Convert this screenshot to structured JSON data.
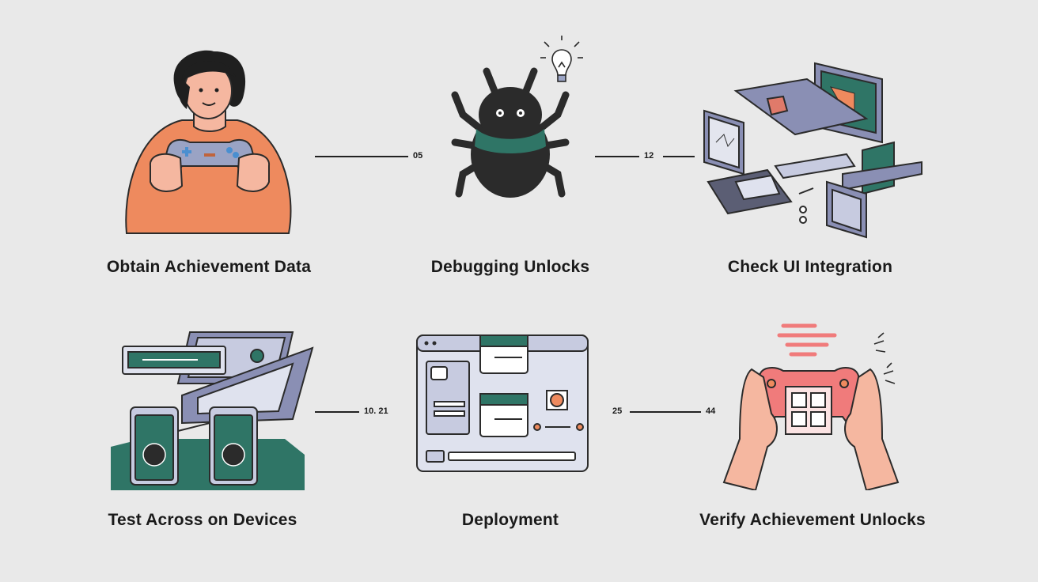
{
  "steps": [
    {
      "label": "Obtain Achievement Data",
      "icon": "person-with-gamepad-icon"
    },
    {
      "label": "Debugging Unlocks",
      "icon": "bug-with-lightbulb-icon"
    },
    {
      "label": "Check UI Integration",
      "icon": "devices-ui-icon"
    },
    {
      "label": "Test Across on Devices",
      "icon": "phones-and-screens-icon"
    },
    {
      "label": "Deployment",
      "icon": "app-window-icon"
    },
    {
      "label": "Verify Achievement Unlocks",
      "icon": "hands-with-handheld-console-icon"
    }
  ],
  "connectors": [
    {
      "right_text": "05"
    },
    {
      "mid_text": "12"
    },
    {
      "right_text": "10. 21"
    },
    {
      "left_text": "25",
      "right_text": "44"
    }
  ],
  "colors": {
    "background": "#e9e9e9",
    "orange": "#ee8a5e",
    "teal": "#2f7566",
    "slate": "#8a8fb4",
    "pink": "#f07b7b",
    "dark": "#2b2b2b"
  }
}
